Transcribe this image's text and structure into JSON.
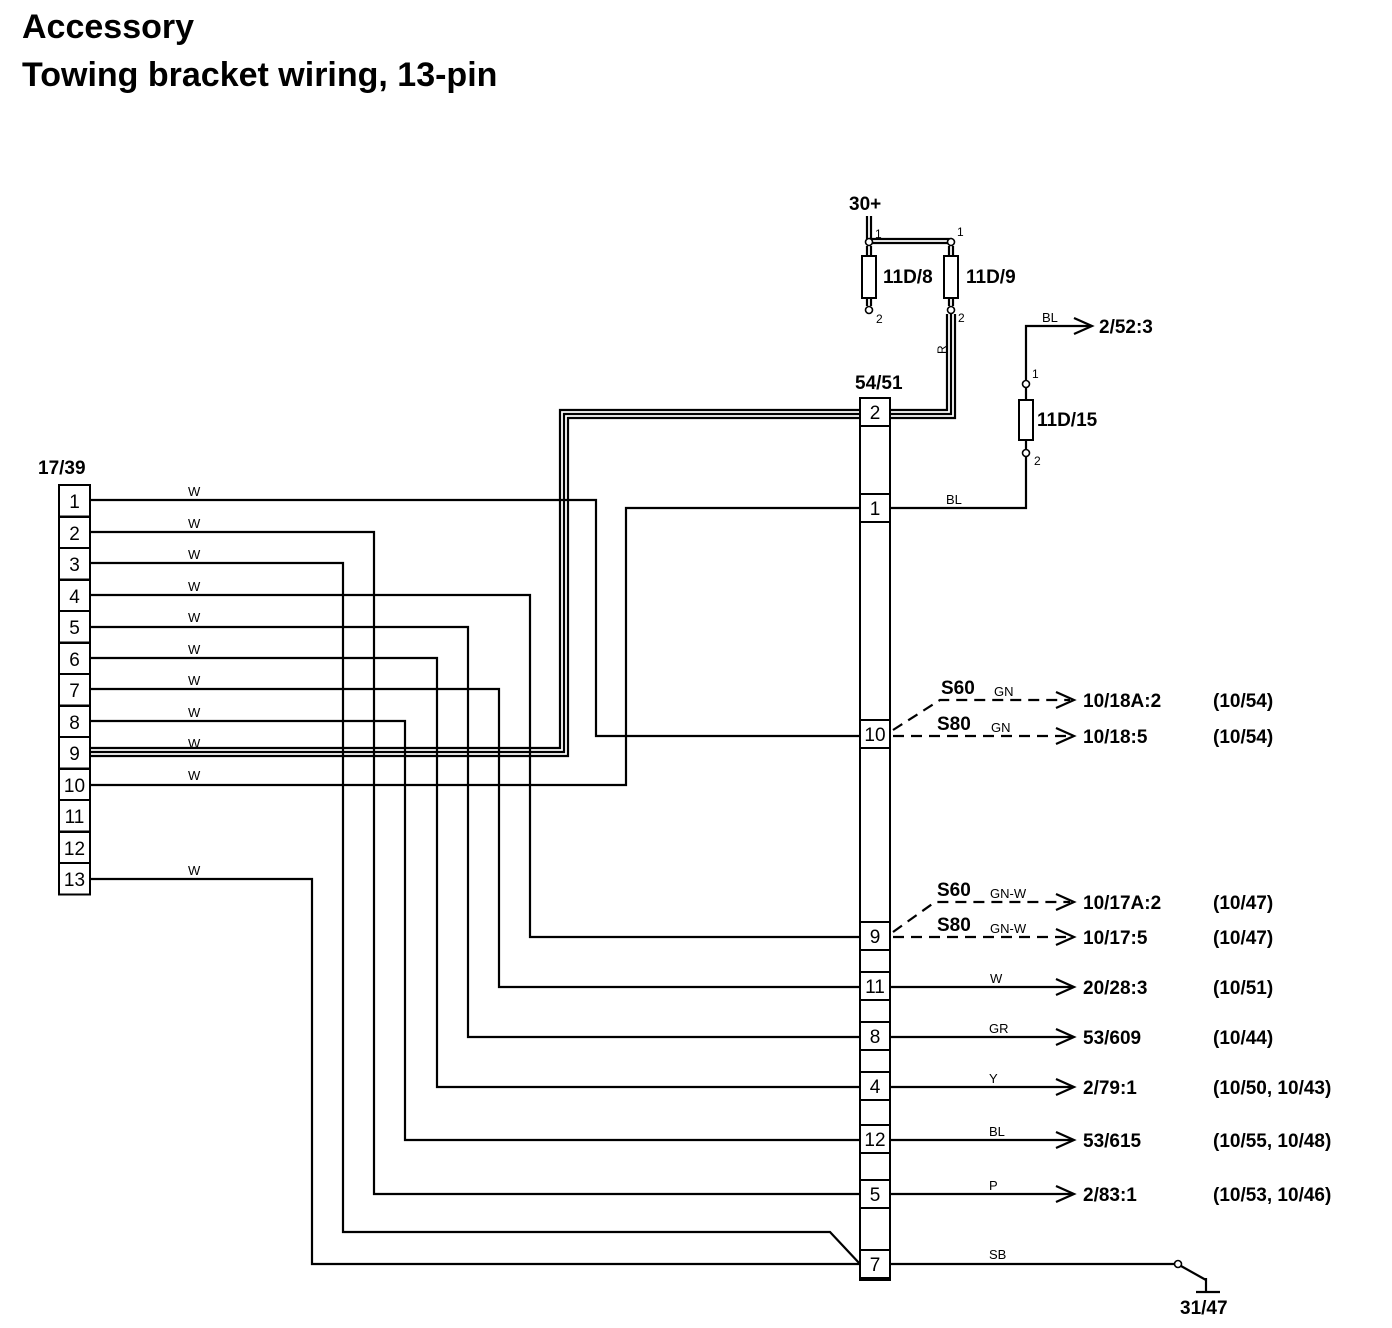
{
  "title": {
    "line1": "Accessory",
    "line2": "Towing bracket wiring, 13-pin"
  },
  "connector_left": {
    "id": "17/39",
    "pins": [
      "1",
      "2",
      "3",
      "4",
      "5",
      "6",
      "7",
      "8",
      "9",
      "10",
      "11",
      "12",
      "13"
    ],
    "wire_color": "W"
  },
  "connector_right": {
    "id": "54/51",
    "pins": [
      "2",
      "1",
      "10",
      "9",
      "11",
      "8",
      "4",
      "12",
      "5",
      "7"
    ]
  },
  "supply": {
    "label": "30+"
  },
  "fuses": [
    {
      "id": "11D/8",
      "pin_top": "1",
      "pin_bottom": "2"
    },
    {
      "id": "11D/9",
      "pin_top": "1",
      "pin_bottom": "2"
    },
    {
      "id": "11D/15",
      "pin_top": "1",
      "pin_bottom": "2"
    }
  ],
  "wire_labels": {
    "fuse_feed": "R",
    "fuse15_out": "BL",
    "pin1_right": "BL"
  },
  "fuse15_dest": "2/52:3",
  "outputs": [
    {
      "model": "S60",
      "color": "GN",
      "dest": "10/18A:2",
      "ref": "(10/54)"
    },
    {
      "model": "S80",
      "color": "GN",
      "dest": "10/18:5",
      "ref": "(10/54)"
    },
    {
      "model": "S60",
      "color": "GN-W",
      "dest": "10/17A:2",
      "ref": "(10/47)"
    },
    {
      "model": "S80",
      "color": "GN-W",
      "dest": "10/17:5",
      "ref": "(10/47)"
    },
    {
      "model": "",
      "color": "W",
      "dest": "20/28:3",
      "ref": "(10/51)"
    },
    {
      "model": "",
      "color": "GR",
      "dest": "53/609",
      "ref": "(10/44)"
    },
    {
      "model": "",
      "color": "Y",
      "dest": "2/79:1",
      "ref": "(10/50, 10/43)"
    },
    {
      "model": "",
      "color": "BL",
      "dest": "53/615",
      "ref": "(10/55, 10/48)"
    },
    {
      "model": "",
      "color": "P",
      "dest": "2/83:1",
      "ref": "(10/53, 10/46)"
    }
  ],
  "ground": {
    "color": "SB",
    "dest": "31/47"
  }
}
